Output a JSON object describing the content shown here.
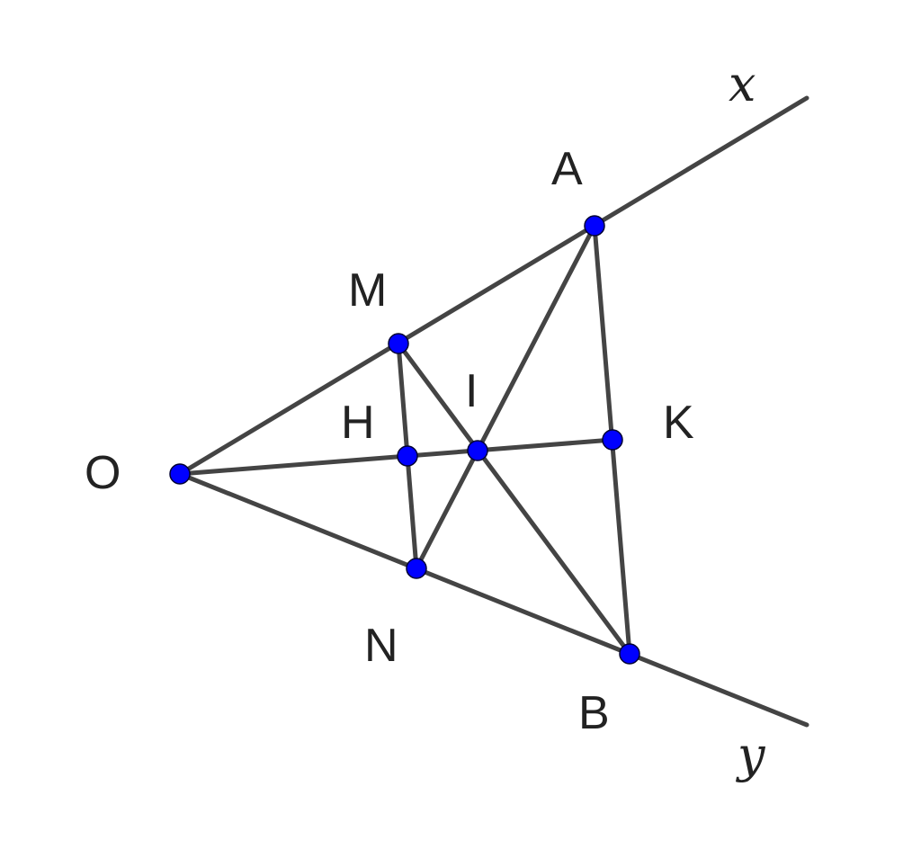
{
  "figure": {
    "point_color": "#0000ff",
    "line_color": "#444444",
    "points": {
      "O": "O",
      "A": "A",
      "B": "B",
      "M": "M",
      "N": "N",
      "H": "H",
      "I": "I",
      "K": "K"
    },
    "rays": {
      "x": "x",
      "y": "y"
    },
    "segments": [
      [
        "O",
        "x"
      ],
      [
        "O",
        "y"
      ],
      [
        "O",
        "K"
      ],
      [
        "M",
        "N"
      ],
      [
        "A",
        "B"
      ],
      [
        "A",
        "N"
      ],
      [
        "M",
        "B"
      ]
    ]
  }
}
